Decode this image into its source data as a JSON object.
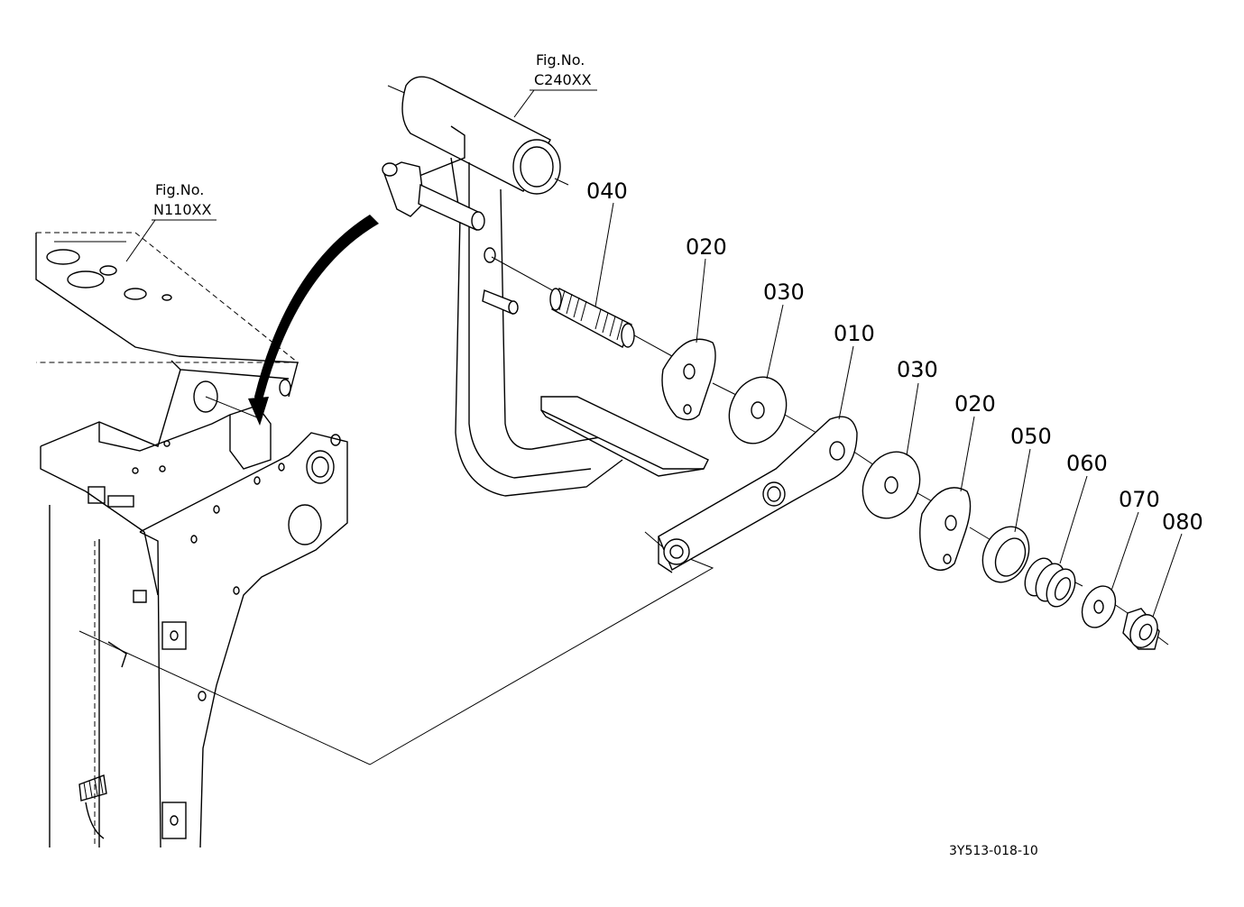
{
  "figure_refs": [
    {
      "label": "Fig.No.",
      "code": "C240XX"
    },
    {
      "label": "Fig.No.",
      "code": "N110XX"
    }
  ],
  "parts": [
    "040",
    "020",
    "030",
    "010",
    "030",
    "020",
    "050",
    "060",
    "070",
    "080"
  ],
  "drawing_number": "3Y513-018-10"
}
